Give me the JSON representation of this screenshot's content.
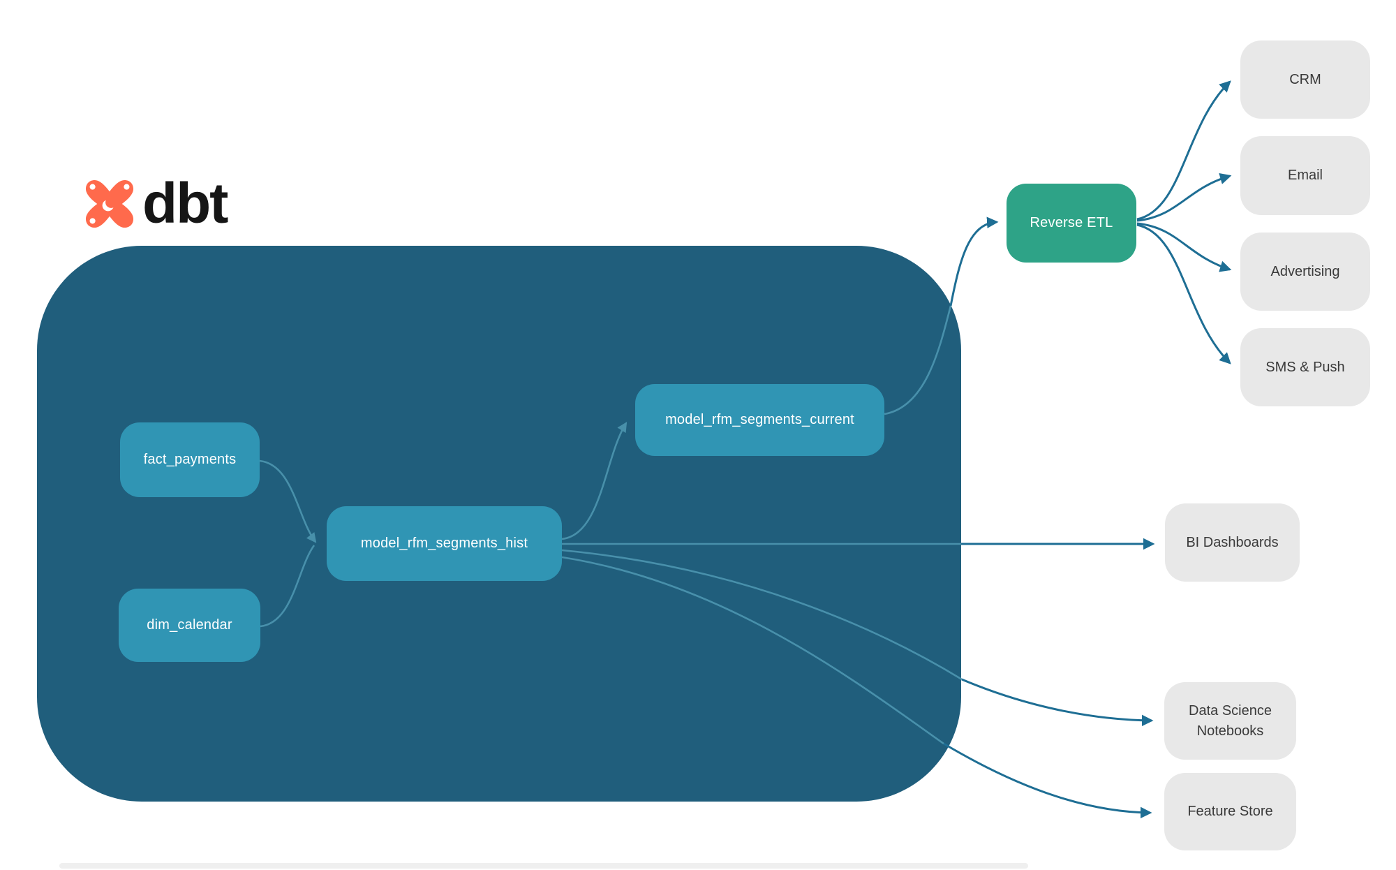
{
  "logo": {
    "brand": "dbt",
    "icon": "dbt-star-icon"
  },
  "colors": {
    "container_bg": "#205E7C",
    "node_bg": "#3095B4",
    "reverse_etl_bg": "#2EA387",
    "dest_bg": "#E8E8E8",
    "dest_text": "#3A3A3A",
    "arrow_dark": "#1E6E94",
    "arrow_light": "#4D96B0",
    "logo_orange": "#FF6A4C",
    "logo_text": "#161616"
  },
  "warehouse": {
    "nodes": {
      "fact_payments": "fact_payments",
      "dim_calendar": "dim_calendar",
      "model_hist": "model_rfm_segments_hist",
      "model_current": "model_rfm_segments_current"
    }
  },
  "activation": {
    "reverse_etl": "Reverse ETL"
  },
  "destinations": {
    "crm": "CRM",
    "email": "Email",
    "advertising": "Advertising",
    "sms_push": "SMS & Push",
    "bi_dashboards": "BI Dashboards",
    "data_science": "Data Science Notebooks",
    "feature_store": "Feature Store"
  }
}
